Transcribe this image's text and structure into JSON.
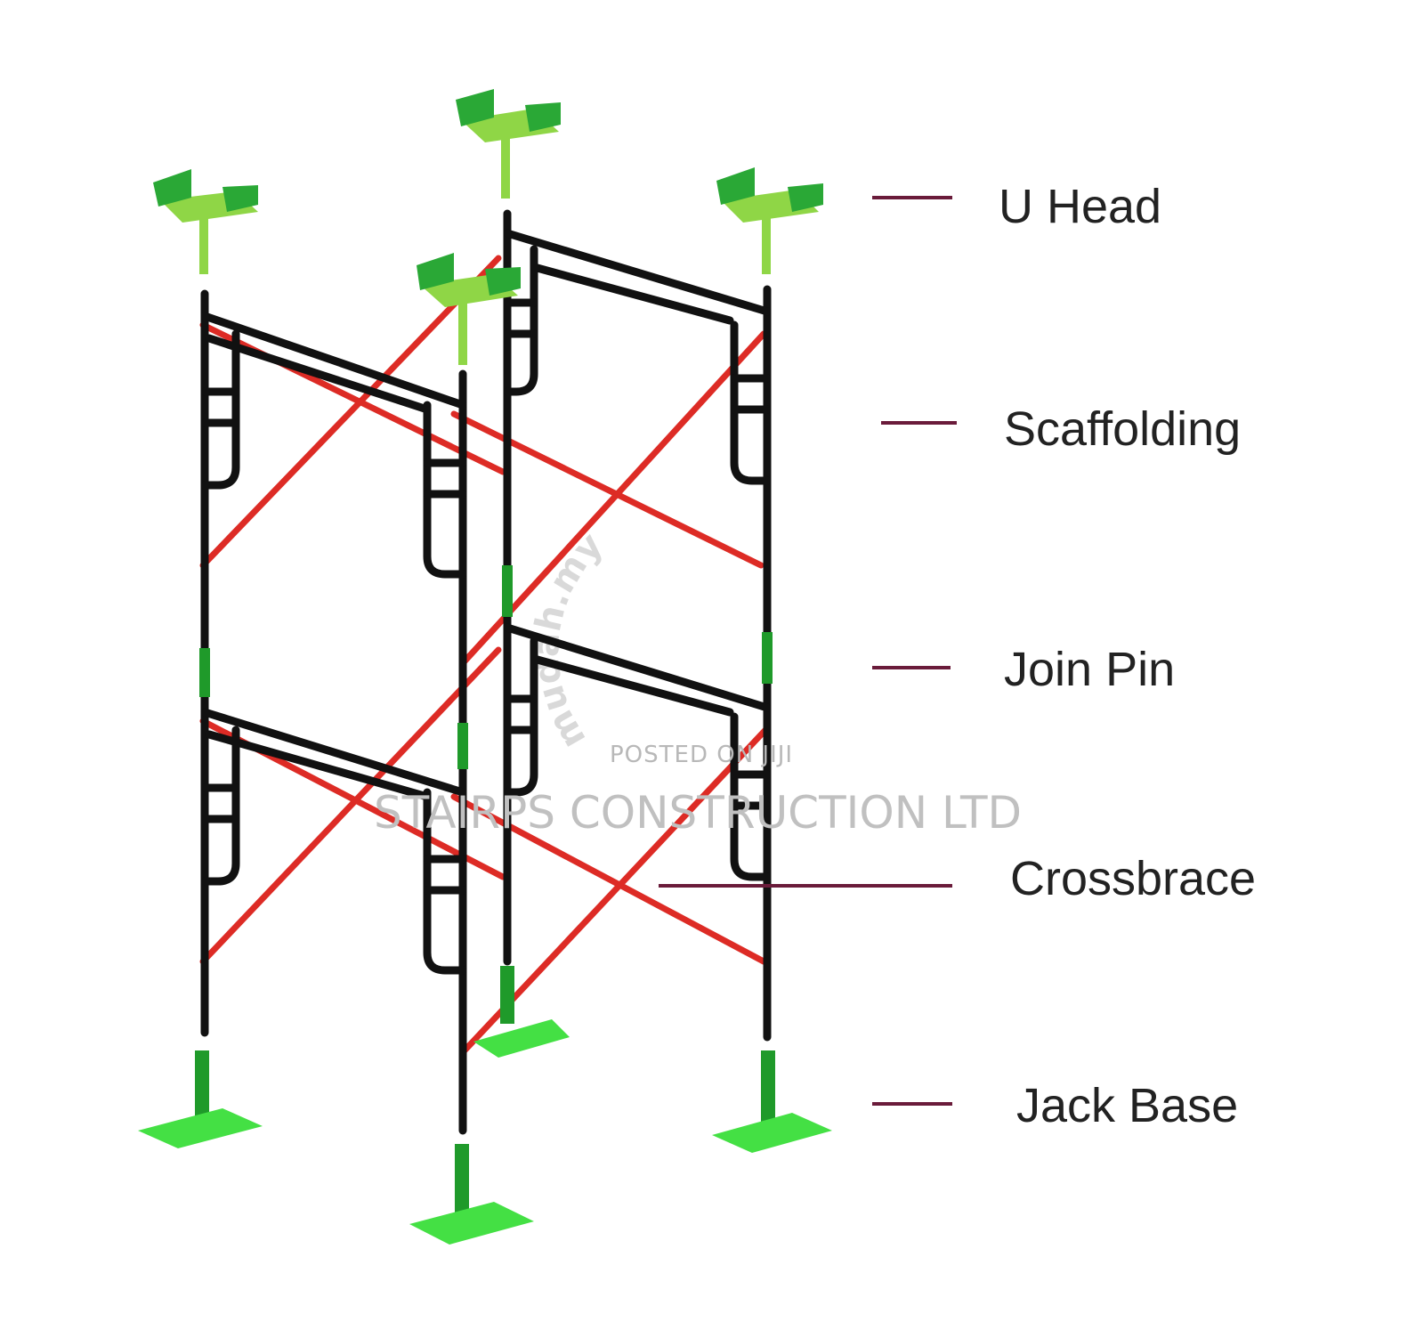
{
  "labels": {
    "u_head": "U Head",
    "scaffolding": "Scaffolding",
    "join_pin": "Join Pin",
    "crossbrace": "Crossbrace",
    "jack_base": "Jack Base"
  },
  "watermark": {
    "posted": "POSTED ON JIJI",
    "company": "STAIRPS CONSTRUCTION LTD",
    "site": "mudah.my"
  },
  "colors": {
    "frame": "#111111",
    "crossbrace": "#dd2b25",
    "u_head_dark": "#2aa836",
    "u_head_light": "#8fd646",
    "jack_plate": "#44e044",
    "jack_stem": "#1f9a2a",
    "leader_line": "#6a1b3a",
    "background": "#ffffff"
  }
}
